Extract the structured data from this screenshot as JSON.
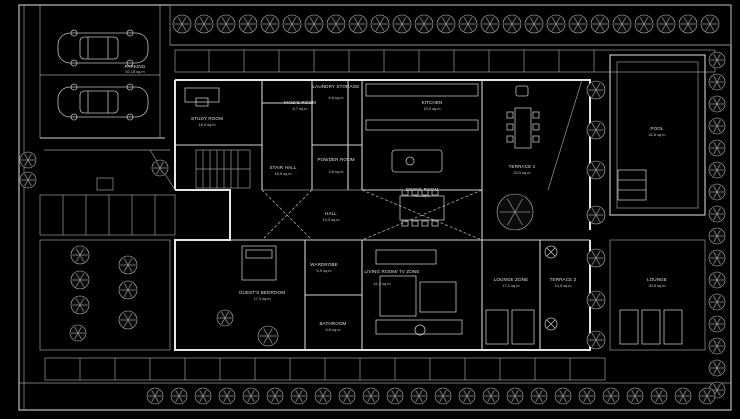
{
  "floor_plan": {
    "rooms": [
      {
        "key": "parking",
        "name": "PARKING",
        "area": "52,18 sq.m"
      },
      {
        "key": "study",
        "name": "STUDY ROOM",
        "area": "18,4 sq.m"
      },
      {
        "key": "maids",
        "name": "MAID'S ROOM",
        "area": "6,7 sq.m"
      },
      {
        "key": "laundry",
        "name": "LAUNDRY STORAGE",
        "area": "6,6 sq.m"
      },
      {
        "key": "kitchen",
        "name": "KITCHEN",
        "area": "15,0 sq.m"
      },
      {
        "key": "stairhall",
        "name": "STAIR HALL",
        "area": "18,5 sq.m"
      },
      {
        "key": "powder",
        "name": "POWDER ROOM",
        "area": "3,8 sq.m"
      },
      {
        "key": "dining",
        "name": "DINING ROOM",
        "area": "40,1 sq.m"
      },
      {
        "key": "terrace1",
        "name": "TERRACE 1",
        "area": "33,5 sq.m"
      },
      {
        "key": "pool",
        "name": "POOL",
        "area": "42,6 sq.m"
      },
      {
        "key": "hall",
        "name": "HALL",
        "area": "13,3 sq.m"
      },
      {
        "key": "wardrobe",
        "name": "WARDROBE",
        "area": "5,9 sq.m"
      },
      {
        "key": "guest",
        "name": "GUEST'S BEDROOM",
        "area": "17,3 sq.m"
      },
      {
        "key": "living",
        "name": "LIVING ROOM/ TV ZONE",
        "area": "41,2 sq.m"
      },
      {
        "key": "loungezone",
        "name": "LOUNGE ZONE",
        "area": "17,1 sq.m"
      },
      {
        "key": "terrace2",
        "name": "TERRACE 2",
        "area": "14,5 sq.m"
      },
      {
        "key": "lounge",
        "name": "LOUNGE",
        "area": "30,5 sq.m"
      },
      {
        "key": "bathroom",
        "name": "BATHROOM",
        "area": "6,6 sq.m"
      }
    ]
  },
  "colors": {
    "background": "#000000",
    "lines": "#cfcfcf",
    "text": "#e0e0e0"
  }
}
